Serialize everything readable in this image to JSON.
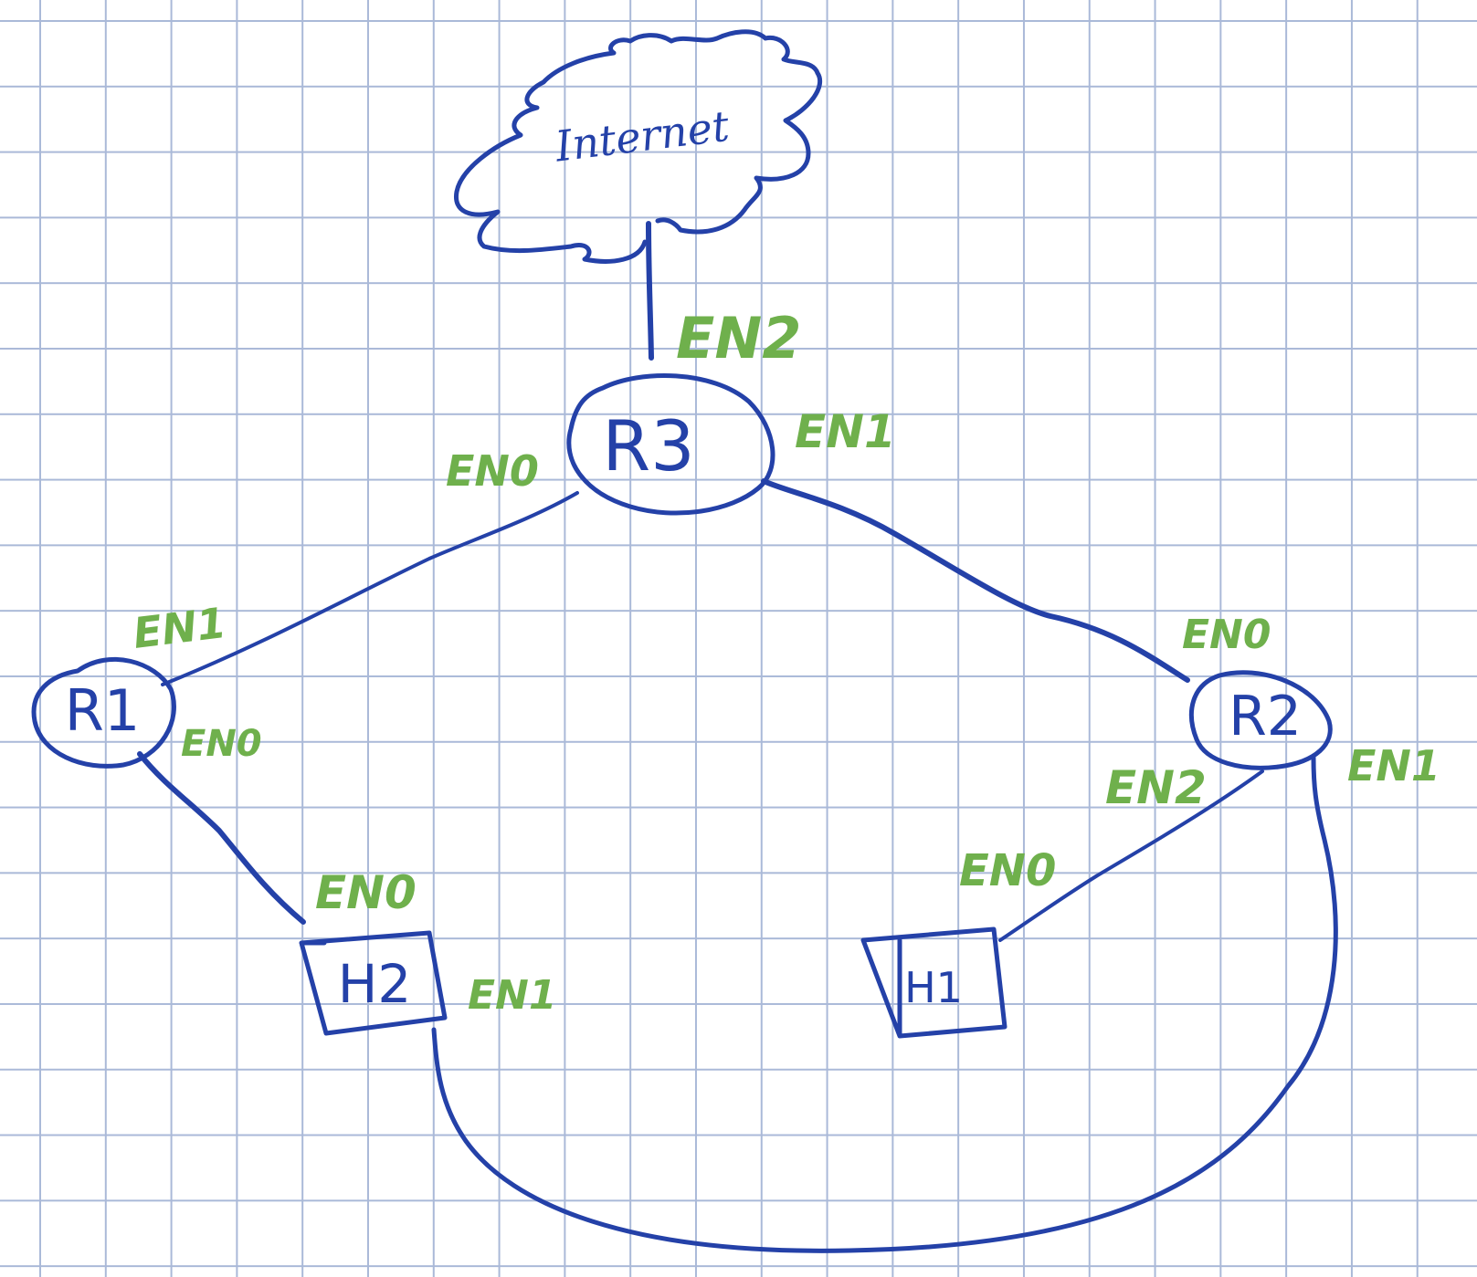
{
  "colors": {
    "ink": "#2441a8",
    "ports": "#6fb04c",
    "grid": "#aab9d8",
    "paper": "#ffffff"
  },
  "nodes": {
    "internet": {
      "label": "Internet",
      "shape": "cloud"
    },
    "r3": {
      "label": "R3",
      "shape": "router"
    },
    "r1": {
      "label": "R1",
      "shape": "router"
    },
    "r2": {
      "label": "R2",
      "shape": "router"
    },
    "h2": {
      "label": "H2",
      "shape": "host"
    },
    "h1": {
      "label": "H1",
      "shape": "host"
    }
  },
  "ports": {
    "r3_en2": "EN2",
    "r3_en0": "EN0",
    "r3_en1": "EN1",
    "r1_en1": "EN1",
    "r1_en0": "EN0",
    "r2_en0": "EN0",
    "r2_en2": "EN2",
    "r2_en1": "EN1",
    "h2_en0": "EN0",
    "h2_en1": "EN1",
    "h1_en0": "EN0"
  },
  "links": [
    {
      "from": "R3",
      "from_port": "EN2",
      "to": "Internet"
    },
    {
      "from": "R3",
      "from_port": "EN0",
      "to": "R1",
      "to_port": "EN1"
    },
    {
      "from": "R3",
      "from_port": "EN1",
      "to": "R2",
      "to_port": "EN0"
    },
    {
      "from": "R1",
      "from_port": "EN0",
      "to": "H2",
      "to_port": "EN0"
    },
    {
      "from": "R2",
      "from_port": "EN2",
      "to": "H1",
      "to_port": "EN0"
    },
    {
      "from": "R2",
      "from_port": "EN1",
      "to": "H2",
      "to_port": "EN1"
    }
  ]
}
